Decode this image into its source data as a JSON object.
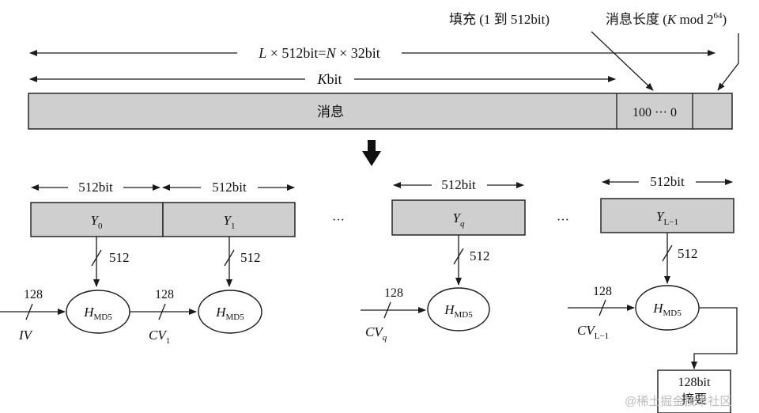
{
  "top": {
    "padding_label": "填充 (1 到 512bit)",
    "length_label": "消息长度 (",
    "length_K": "K",
    "length_mod": " mod 2",
    "length_exp": "64",
    "length_close": ")",
    "total_L": "L",
    "total_mid": " × 512bit=",
    "total_N": "N",
    "total_end": " × 32bit",
    "kbit_K": "K",
    "kbit_end": "bit",
    "message_label": "消息",
    "padding_bits": "100 ··· 0"
  },
  "blocks": [
    {
      "width_label": "512bit",
      "Y": "Y",
      "sub": "0",
      "bus": "512"
    },
    {
      "width_label": "512bit",
      "Y": "Y",
      "sub": "1",
      "bus": "512"
    },
    {
      "width_label": "512bit",
      "Y": "Y",
      "sub": "q",
      "bus": "512"
    },
    {
      "width_label": "512bit",
      "Y": "Y",
      "sub": "L−1",
      "bus": "512"
    }
  ],
  "ellipsis": [
    "···",
    "···"
  ],
  "hash": {
    "H": "H",
    "sub": "MD5"
  },
  "chain": [
    {
      "width": "128",
      "name": "IV",
      "sub": ""
    },
    {
      "width": "128",
      "name": "CV",
      "sub": "1"
    },
    {
      "width": "128",
      "name": "CV",
      "sub": "q"
    },
    {
      "width": "128",
      "name": "CV",
      "sub": "L−1"
    }
  ],
  "output": {
    "label_top": "128bit",
    "label_bottom": "摘要"
  },
  "watermark": "@稀土掘金技术社区"
}
